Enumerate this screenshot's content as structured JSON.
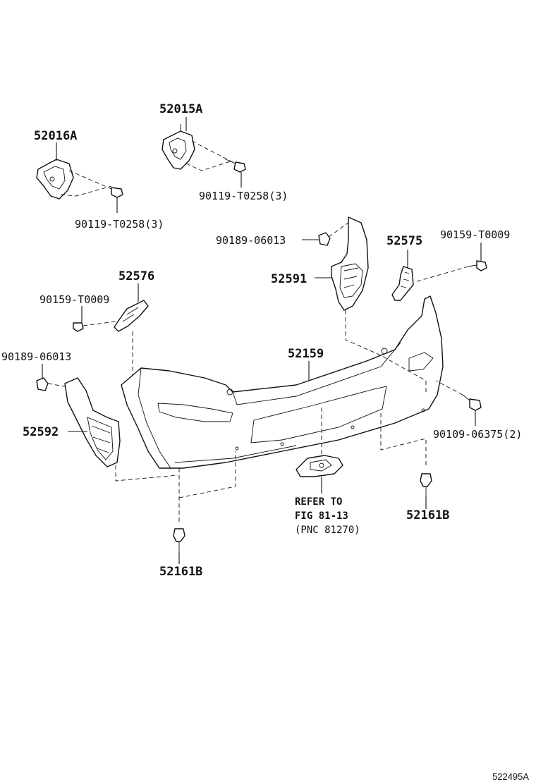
{
  "labels": {
    "p52015A": "52015A",
    "p52016A": "52016A",
    "p90119_right": "90119-T0258(3)",
    "p90119_left": "90119-T0258(3)",
    "p90189_right": "90189-06013",
    "p52575": "52575",
    "p90159_right": "90159-T0009",
    "p52591": "52591",
    "p52576": "52576",
    "p90159_left": "90159-T0009",
    "p52159": "52159",
    "p90189_left": "90189-06013",
    "p52592": "52592",
    "p90109": "90109-06375(2)",
    "p52161B_right": "52161B",
    "p52161B_left": "52161B"
  },
  "reference": {
    "line1": "REFER TO",
    "line2": "FIG 81-13",
    "line3": "(PNC 81270)"
  },
  "diagram_code": "522495A"
}
